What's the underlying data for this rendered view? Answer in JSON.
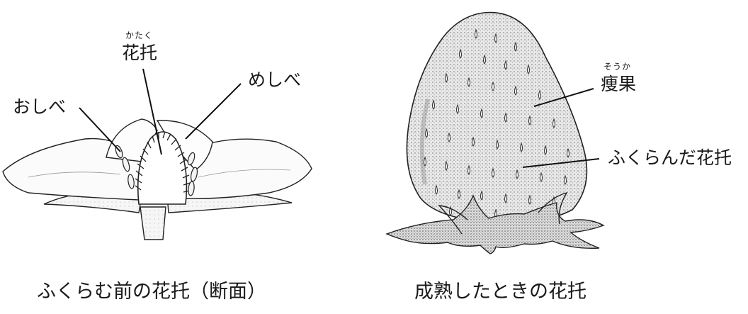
{
  "left_figure": {
    "label_receptacle": "花托",
    "label_receptacle_ruby": "かたく",
    "label_pistil": "めしべ",
    "label_stamen": "おしべ",
    "caption": "ふくらむ前の花托（断面）"
  },
  "right_figure": {
    "label_achene": "痩果",
    "label_achene_ruby": "そうか",
    "label_swollen_receptacle": "ふくらんだ花托",
    "caption": "成熟したときの花托"
  }
}
